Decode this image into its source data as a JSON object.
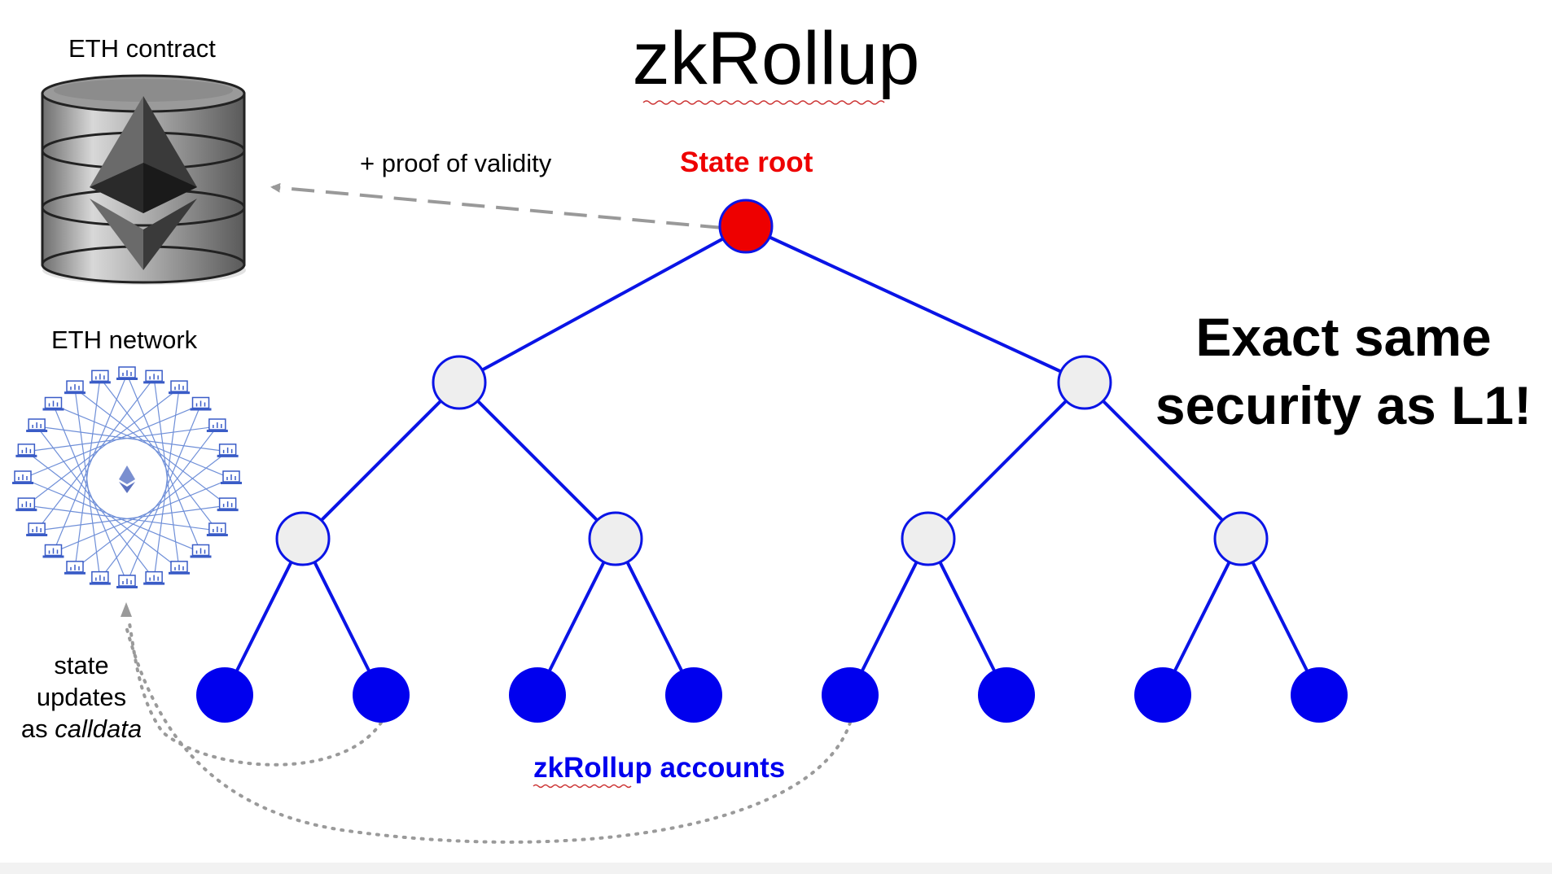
{
  "title": "zkRollup",
  "eth_contract": {
    "label": "ETH contract",
    "icon": "ethereum-database-icon"
  },
  "eth_network": {
    "label": "ETH network",
    "icon": "eth-network-ring-icon",
    "node_icon": "laptop-icon"
  },
  "proof_label": "+ proof of validity",
  "state_root_label": "State root",
  "headline_line1": "Exact same",
  "headline_line2": "security as L1!",
  "state_updates": {
    "line1": "state",
    "line2": "updates",
    "line3_prefix": "as ",
    "line3_italic": "calldata"
  },
  "accounts_label": "zkRollup accounts",
  "colors": {
    "edge": "#0a14e6",
    "root_fill": "#ee0000",
    "internal_fill": "#eeeeee",
    "leaf_fill": "#0000ee",
    "state_root_text": "#ee0000",
    "accounts_text": "#0000ee",
    "dashed_arrow": "#999999"
  }
}
